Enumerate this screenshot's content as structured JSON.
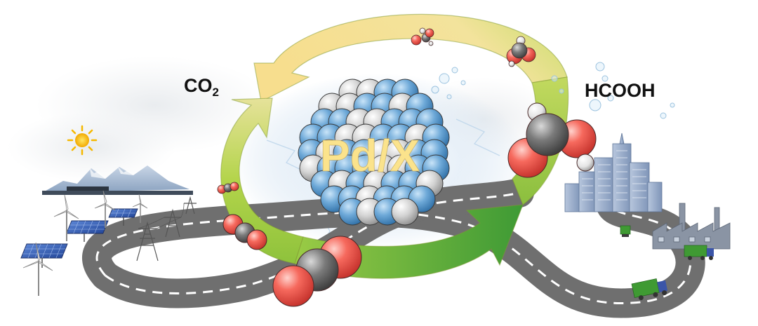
{
  "labels": {
    "co2_main": "CO",
    "co2_sub": "2",
    "hcooh": "HCOOH",
    "catalyst": "Pd/X"
  },
  "colors": {
    "arrow_top": "#f4dc8a",
    "arrow_left": "#a6cd3a",
    "arrow_bottom": "#58a83c",
    "road": "#6f6f6f",
    "road_dash": "#ffffff",
    "atom_blue": "#5f9fd0",
    "atom_grey": "#c8c8c8",
    "oxygen": "#f0584e",
    "carbon": "#686868",
    "hydrogen": "#e6e6e6",
    "solar_panel": "#3a63b8",
    "sun": "#f5b800",
    "truck": "#3f9a33",
    "building": "#8fa6c8",
    "factory": "#7a8596"
  },
  "icons": [
    "sun-icon",
    "mountain-icon",
    "wind-turbine-icon",
    "solar-panel-icon",
    "power-pylon-icon",
    "road-icon",
    "cycle-arrow-icon",
    "catalyst-cluster-icon",
    "co2-molecule-icon",
    "formic-acid-molecule-icon",
    "bubble-icon",
    "city-skyline-icon",
    "factory-icon",
    "truck-icon"
  ]
}
